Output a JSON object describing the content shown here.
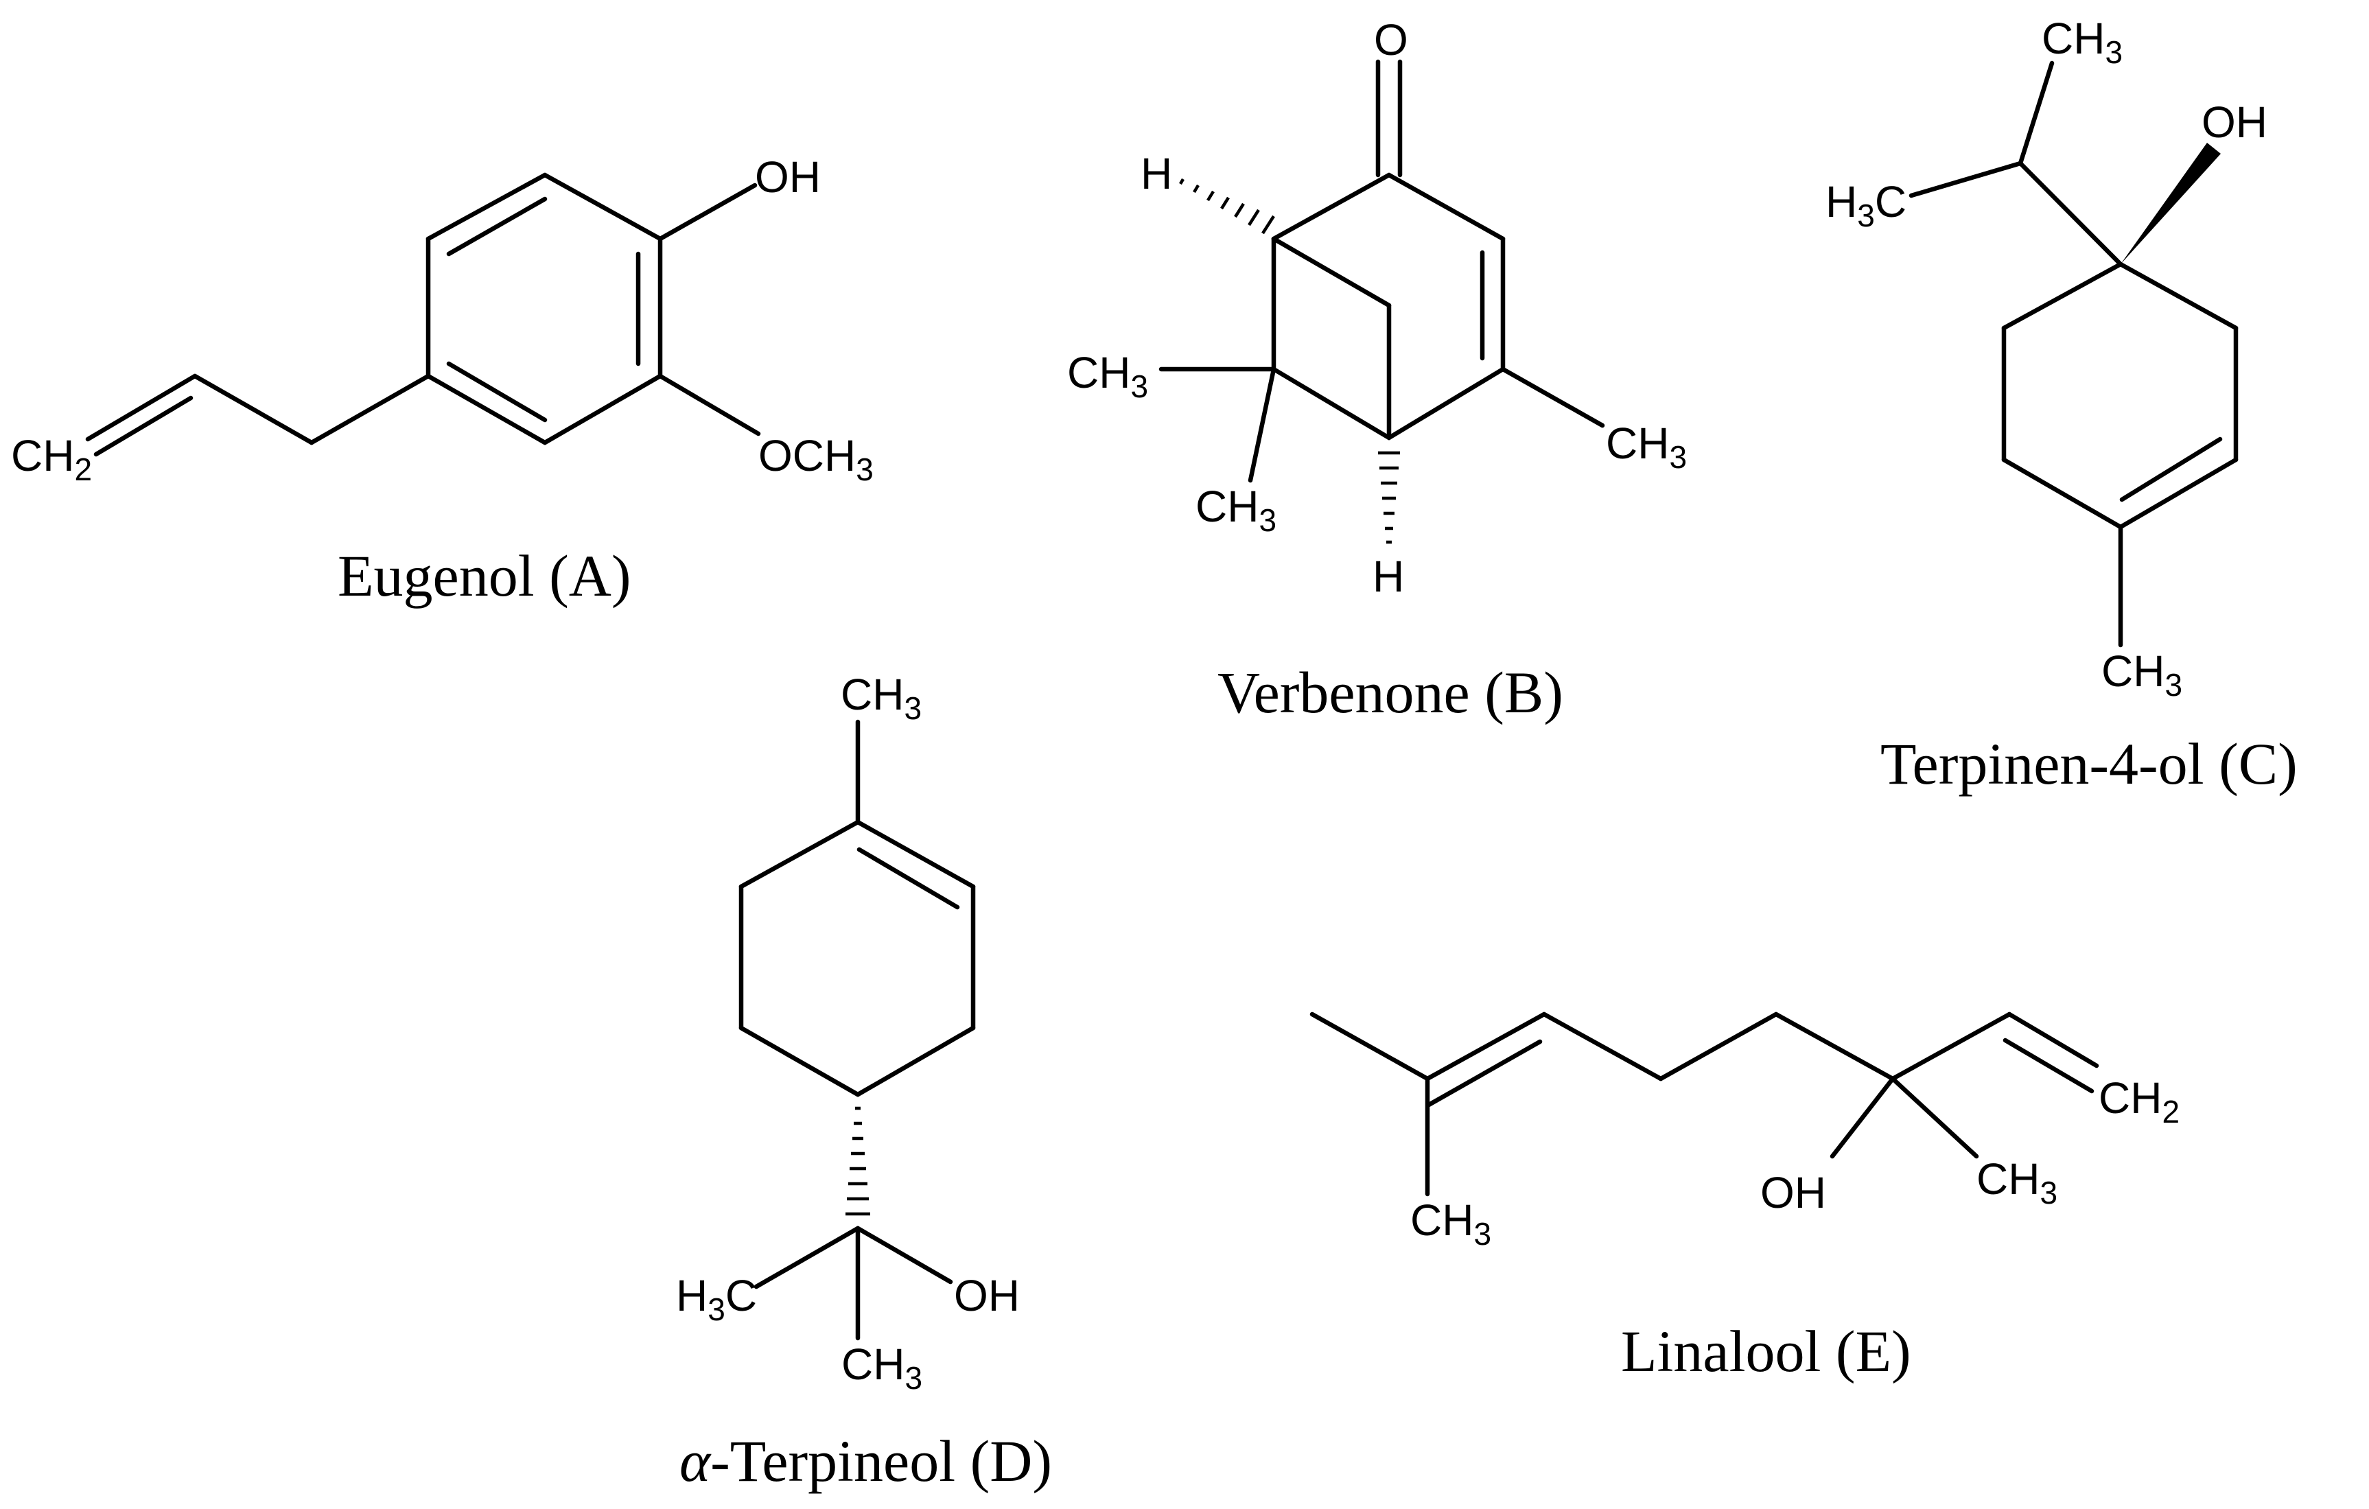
{
  "molecules": {
    "eugenol": {
      "caption": "Eugenol (A)",
      "labels": {
        "oh": "OH",
        "och3_main": "OCH",
        "och3_sub": "3",
        "ch2_main": "CH",
        "ch2_sub": "2"
      }
    },
    "verbenone": {
      "caption": "Verbenone (B)",
      "labels": {
        "o": "O",
        "h_top": "H",
        "h_bottom": "H",
        "ch3_a": "CH",
        "ch3_a_sub": "3",
        "ch3_b": "CH",
        "ch3_b_sub": "3",
        "ch3_c": "CH",
        "ch3_c_sub": "3"
      }
    },
    "terpinen4ol": {
      "caption": "Terpinen-4-ol (C)",
      "labels": {
        "ch3_top": "CH",
        "ch3_top_sub": "3",
        "oh": "OH",
        "h3c_h": "H",
        "h3c_sub": "3",
        "h3c_c": "C",
        "ch3_bottom": "CH",
        "ch3_bottom_sub": "3"
      }
    },
    "alpha_terpineol": {
      "caption_prefix": "α",
      "caption_rest": "-Terpineol (D)",
      "labels": {
        "ch3_top": "CH",
        "ch3_top_sub": "3",
        "h3c_h": "H",
        "h3c_sub": "3",
        "h3c_c": "C",
        "oh": "OH",
        "ch3_bottom": "CH",
        "ch3_bottom_sub": "3"
      }
    },
    "linalool": {
      "caption": "Linalool (E)",
      "labels": {
        "ch2": "CH",
        "ch2_sub": "2",
        "oh": "OH",
        "ch3_right": "CH",
        "ch3_right_sub": "3",
        "ch3_left": "CH",
        "ch3_left_sub": "3"
      }
    }
  }
}
